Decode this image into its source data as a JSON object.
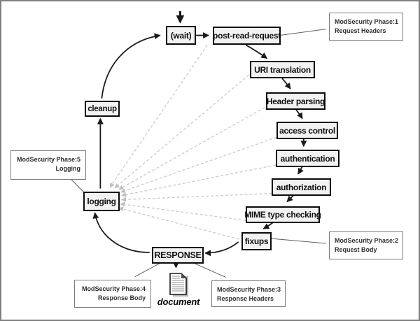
{
  "diagram": {
    "nodes": {
      "wait": {
        "label": "(wait)"
      },
      "post_read": {
        "label": "post-read-request"
      },
      "uri": {
        "label": "URI translation"
      },
      "header": {
        "label": "Header parsing"
      },
      "access": {
        "label": "access control"
      },
      "authn": {
        "label": "authentication"
      },
      "authz": {
        "label": "authorization"
      },
      "mime": {
        "label": "MIME type checking"
      },
      "fixups": {
        "label": "fixups"
      },
      "response": {
        "label": "RESPONSE"
      },
      "logging": {
        "label": "logging"
      },
      "cleanup": {
        "label": "cleanup"
      }
    },
    "annotations": {
      "phase1": {
        "line1": "ModSecurity Phase:1",
        "line2": "Request Headers"
      },
      "phase2": {
        "line1": "ModSecurity Phase:2",
        "line2": "Request Body"
      },
      "phase3": {
        "line1": "ModSecurity Phase:3",
        "line2": "Response Headers"
      },
      "phase4": {
        "line1": "ModSecurity Phase:4",
        "line2": "Response Body"
      },
      "phase5": {
        "line1": "ModSecurity Phase:5",
        "line2": "Logging"
      }
    },
    "document_label": "document",
    "colors": {
      "node_fill": "#f2f2f2",
      "node_border": "#0a0a0a",
      "annotation_border": "#7a7a7a",
      "arrow": "#1a1a1a",
      "dashed": "#c9c9c9",
      "frame": "#808080"
    }
  }
}
